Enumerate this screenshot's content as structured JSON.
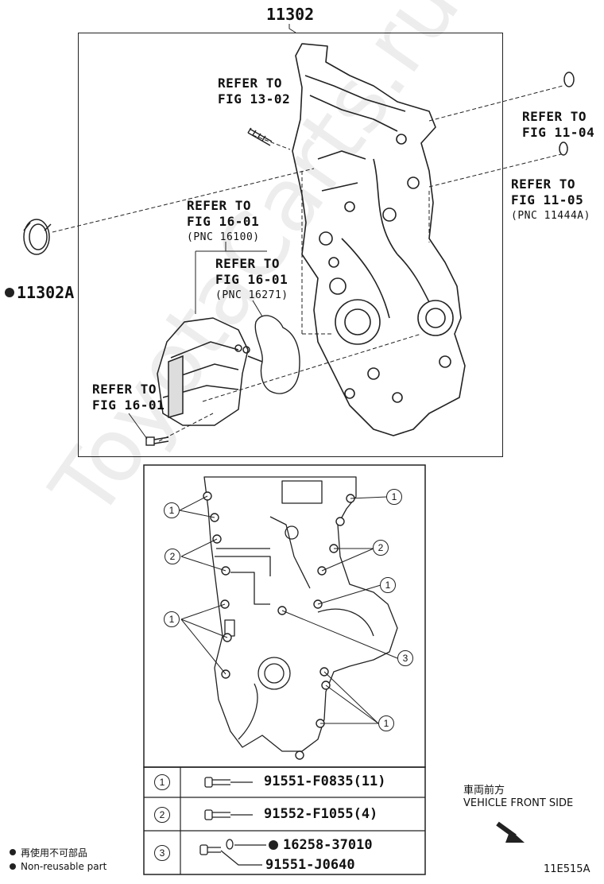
{
  "diagram": {
    "main_part_number": "11302",
    "seal_part_number": "11302A",
    "refs": {
      "fig_13_02": [
        "REFER TO",
        "FIG 13-02"
      ],
      "fig_11_04": [
        "REFER TO",
        "FIG 11-04"
      ],
      "fig_11_05": [
        "REFER TO",
        "FIG 11-05",
        "(PNC 11444A)"
      ],
      "fig_16_01_a": [
        "REFER TO",
        "FIG 16-01",
        "(PNC 16100)"
      ],
      "fig_16_01_b": [
        "REFER TO",
        "FIG 16-01",
        "(PNC 16271)"
      ],
      "fig_16_01_c": [
        "REFER TO",
        "FIG 16-01"
      ]
    },
    "bolt_markers": [
      "1",
      "1",
      "2",
      "2",
      "1",
      "1",
      "3",
      "1"
    ]
  },
  "legend": {
    "rows": [
      {
        "num": "1",
        "parts": [
          "91551-F0835(11)"
        ]
      },
      {
        "num": "2",
        "parts": [
          "91552-F1055(4)"
        ]
      },
      {
        "num": "3",
        "parts": [
          "16258-37010",
          "91551-J0640"
        ]
      }
    ]
  },
  "notes": {
    "non_reusable_jp": "再使用不可部品",
    "non_reusable_en": "Non-reusable part"
  },
  "direction": {
    "jp": "車両前方",
    "en": "VEHICLE FRONT SIDE"
  },
  "figure_code": "11E515A",
  "watermark": "ToyotaCarts.ru"
}
